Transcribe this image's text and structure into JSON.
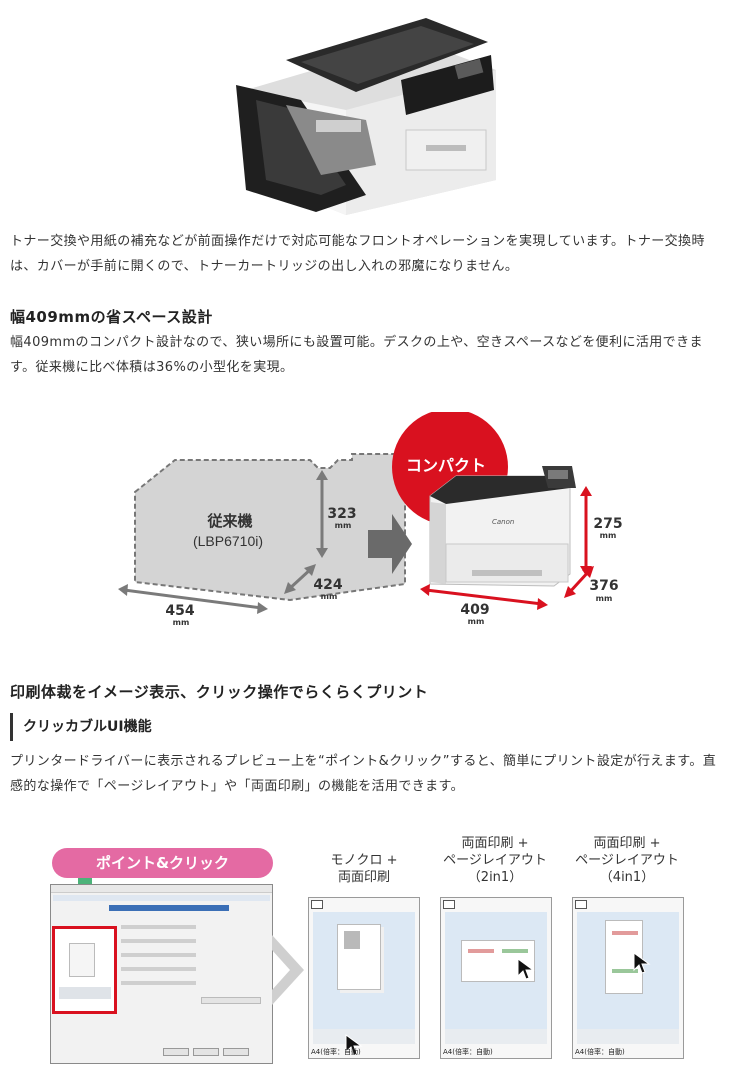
{
  "intro": {
    "text": "トナー交換や用紙の補充などが前面操作だけで対応可能なフロントオペレーションを実現しています。トナー交換時は、カバーが手前に開くので、トナーカートリッジの出し入れの邪魔になりません。"
  },
  "space": {
    "heading": "幅409mmの省スペース設計",
    "text": "幅409mmのコンパクト設計なので、狭い場所にも設置可能。デスクの上や、空きスペースなどを便利に活用できます。従来機に比べ体積は36%の小型化を実現。"
  },
  "comparison": {
    "badge": "コンパクト",
    "old_name": "従来機",
    "old_model": "(LBP6710i)",
    "brand": "Canon",
    "unit": "mm",
    "old_dims": {
      "width": "454",
      "depth": "424",
      "height": "323"
    },
    "new_dims": {
      "width": "409",
      "depth": "376",
      "height": "275"
    },
    "colors": {
      "accent": "#d9111f",
      "old_box": "#d4d4d4",
      "arrow": "#6a6a6a"
    }
  },
  "print": {
    "heading": "印刷体裁をイメージ表示、クリック操作でらくらくプリント",
    "subheading": "クリッカブルUI機能",
    "text": "プリンタードライバーに表示されるプレビュー上を“ポイント&クリック”すると、簡単にプリント設定が行えます。直感的な操作で「ページレイアウト」や「両面印刷」の機能を活用できます。"
  },
  "clickable": {
    "pill": "ポイント&クリック",
    "labels": [
      {
        "l1": "モノクロ +",
        "l2": "両面印刷",
        "l3": ""
      },
      {
        "l1": "両面印刷 +",
        "l2": "ページレイアウト",
        "l3": "（2in1）"
      },
      {
        "l1": "両面印刷 +",
        "l2": "ページレイアウト",
        "l3": "（4in1）"
      }
    ],
    "status": "A4(倍率：自動)",
    "colors": {
      "pill": "#e46aa3",
      "cursor_arrow": "#4cb37a",
      "highlight": "#d9111f"
    }
  }
}
